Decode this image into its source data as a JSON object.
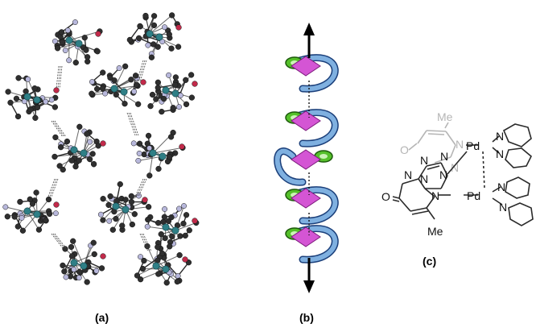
{
  "panels": {
    "a": {
      "label": "(a)"
    },
    "b": {
      "label": "(b)"
    },
    "c": {
      "label": "(c)"
    }
  },
  "chemistry": {
    "faded": {
      "methyl": "Me",
      "oxygen": "O",
      "nitrogen_ring": "N",
      "nitrogen_bridge": "N"
    },
    "main": {
      "pd_top": "Pd",
      "pd_bottom": "Pd",
      "n_triazole_1": "N",
      "n_triazole_2": "N",
      "n_triazole_3": "N",
      "n_triazole_4": "N",
      "n_pyrim": "N",
      "n_amide": "N",
      "oxygen": "O",
      "methyl": "Me",
      "n_bipy_top_1": "N",
      "n_bipy_top_2": "N",
      "n_bipy_bottom_1": "N",
      "n_bipy_bottom_2": "N"
    }
  },
  "colors": {
    "bond": "#2a2a2a",
    "atom_c": "#2f2f2f",
    "atom_n": "#b8b8dc",
    "atom_pd": "#2f7f86",
    "atom_o": "#c22a4a",
    "ribbon_blue": "#7fb0e0",
    "ribbon_dark": "#1b3f7a",
    "ring_green": "#55c02a",
    "ring_magenta": "#d455d4",
    "faded_structure": "#b5b5b5"
  }
}
